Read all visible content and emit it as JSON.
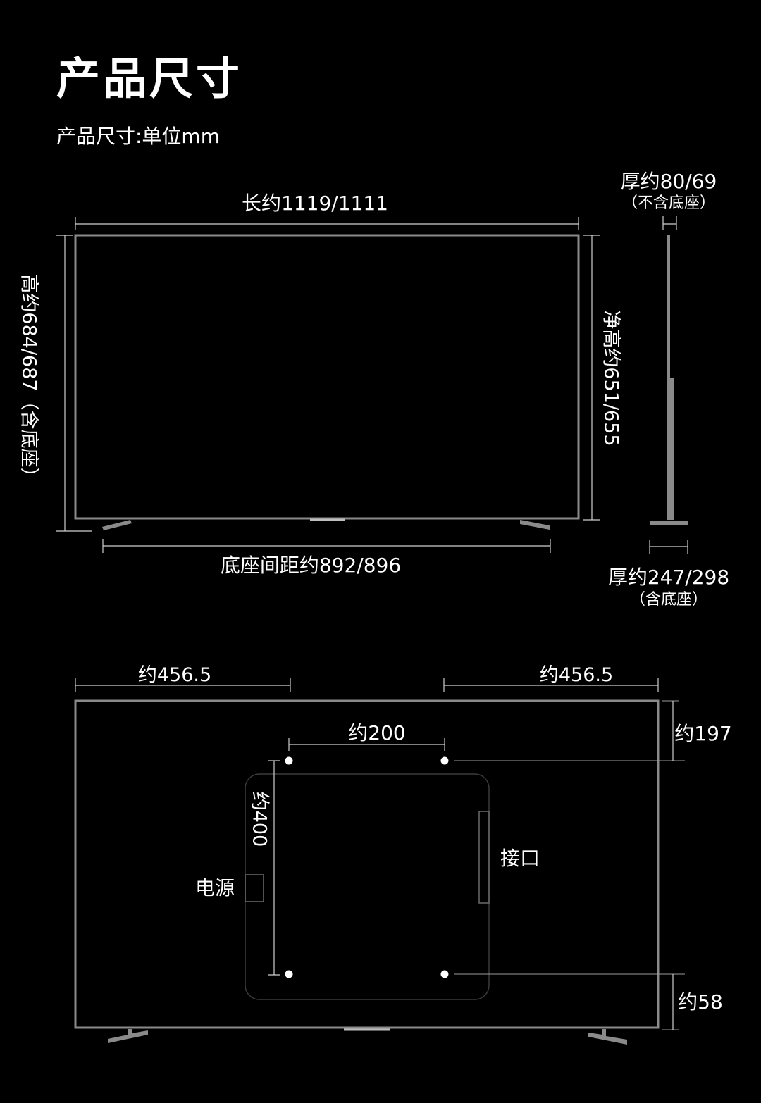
{
  "header": {
    "title": "产品尺寸",
    "subtitle": "产品尺寸:单位mm"
  },
  "front_view": {
    "width_label": "长约1119/1111",
    "height_label": "高约684/687（含底座）",
    "net_height_label": "净高约651/655",
    "stand_spacing_label": "底座间距约892/896"
  },
  "side_view": {
    "thickness_label": "厚约80/69",
    "thickness_note": "（不含底座）",
    "depth_label": "厚约247/298",
    "depth_note": "（含底座）"
  },
  "rear_view": {
    "left_offset_label": "约456.5",
    "right_offset_label": "约456.5",
    "vesa_width_label": "约200",
    "vesa_height_label": "约400",
    "top_offset_label": "约197",
    "bottom_offset_label": "约58",
    "power_label": "电源",
    "ports_label": "接口"
  },
  "colors": {
    "background": "#000000",
    "frame": "#8a8a8a",
    "dimension_line": "#cfcfcf",
    "text": "#ffffff"
  }
}
